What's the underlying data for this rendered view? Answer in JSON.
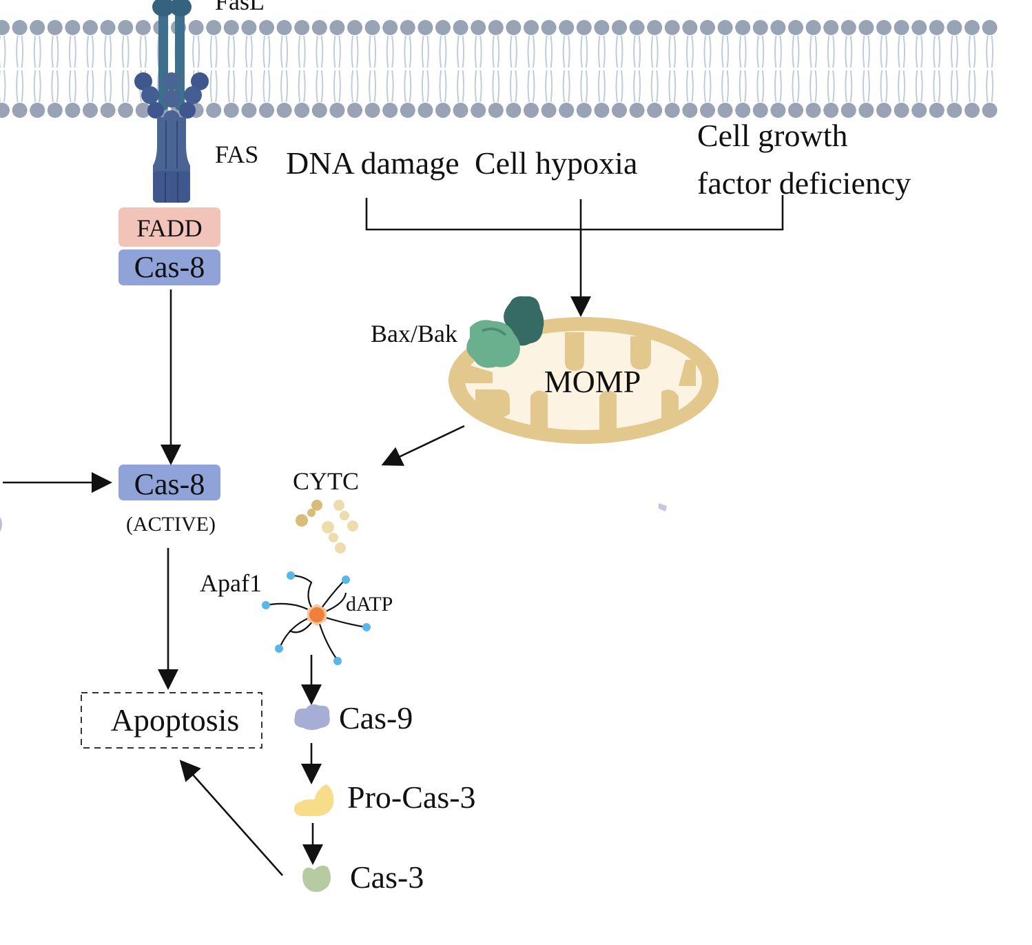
{
  "membrane": {
    "ligand_label": "FasL",
    "receptor_label": "FAS"
  },
  "stimuli": {
    "dna_damage": "DNA damage",
    "hypoxia": "Cell hypoxia",
    "growth_factor_line1": "Cell growth",
    "growth_factor_line2": "factor deficiency"
  },
  "extrinsic": {
    "fadd": "FADD",
    "cas8": "Cas-8",
    "cas8_active": "Cas-8",
    "active_note": "(ACTIVE)"
  },
  "mitochondria": {
    "bax_bak": "Bax/Bak",
    "momp": "MOMP"
  },
  "intrinsic": {
    "cytc": "CYTC",
    "apaf1": "Apaf1",
    "datp": "dATP",
    "cas9": "Cas-9",
    "pro_cas3": "Pro-Cas-3",
    "cas3": "Cas-3"
  },
  "outcome": {
    "apoptosis": "Apoptosis"
  },
  "colors": {
    "membrane_head": "#98a3b6",
    "membrane_tail": "#c2cbdb",
    "receptor": "#4a6494",
    "ligand": "#3e6f8c",
    "fadd_fill": "#f2c3b9",
    "cas8_fill": "#8fa3d8",
    "mito_outer": "#e3c88d",
    "mito_inner": "#fdf3e2",
    "bax_light": "#6ab08e",
    "bax_dark": "#356b64",
    "cytc": "#d9bc7a",
    "apaf_center": "#ef7f3a",
    "datp_dot": "#59b6e8",
    "cas9": "#a7aed6",
    "pro_cas3": "#f7dc8a",
    "cas3": "#b6cba2"
  }
}
